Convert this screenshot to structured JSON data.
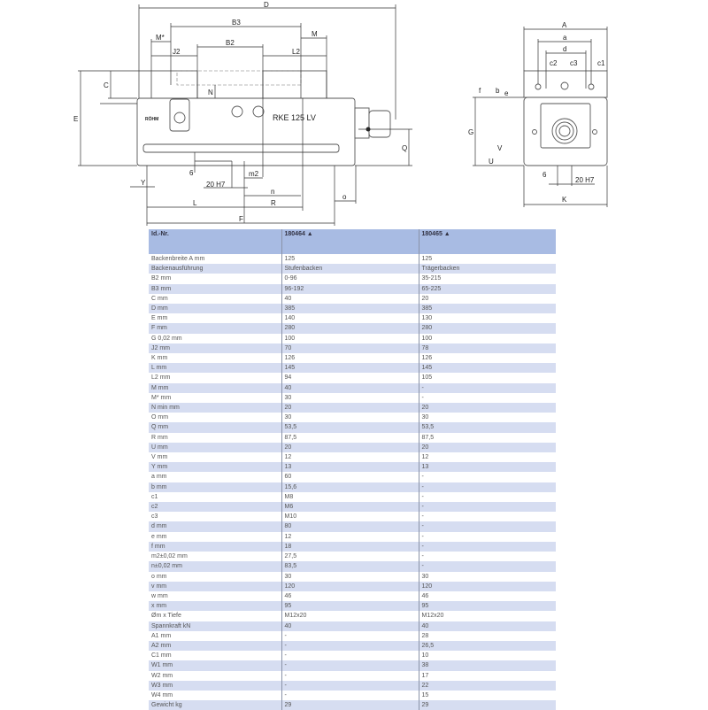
{
  "drawing": {
    "side_view_labels": {
      "D": "D",
      "B3": "B3",
      "Mstar": "M*",
      "B2": "B2",
      "M": "M",
      "J2": "J2",
      "L2": "L2",
      "C": "C",
      "N": "N",
      "E": "E",
      "six": "6",
      "h7": "20 H7",
      "m2": "m2",
      "n": "n",
      "Y": "Y",
      "L": "L",
      "R": "R",
      "o": "o",
      "F": "F",
      "Q": "Q",
      "model": "RKE 125 LV",
      "brand": "RÖHM"
    },
    "front_view_labels": {
      "A": "A",
      "a": "a",
      "d": "d",
      "c1": "c1",
      "c2": "c2",
      "c3": "c3",
      "f": "f",
      "b": "b",
      "e": "e",
      "G": "G",
      "V": "V",
      "U": "U",
      "six": "6",
      "h7": "20 H7",
      "K": "K"
    }
  },
  "table": {
    "headers": [
      "Id.-Nr.",
      "180464 ▲",
      "180465 ▲"
    ],
    "rows": [
      [
        "Backenbreite A mm",
        "125",
        "125"
      ],
      [
        "Backenausführung",
        "Stufenbacken",
        "Trägerbacken"
      ],
      [
        "B2 mm",
        "0-96",
        "35-215"
      ],
      [
        "B3 mm",
        "96-192",
        "65-225"
      ],
      [
        "C mm",
        "40",
        "20"
      ],
      [
        "D mm",
        "385",
        "385"
      ],
      [
        "E mm",
        "140",
        "130"
      ],
      [
        "F mm",
        "280",
        "280"
      ],
      [
        "G 0,02 mm",
        "100",
        "100"
      ],
      [
        "J2 mm",
        "70",
        "78"
      ],
      [
        "K mm",
        "126",
        "126"
      ],
      [
        "L mm",
        "145",
        "145"
      ],
      [
        "L2 mm",
        "94",
        "105"
      ],
      [
        "M mm",
        "40",
        "-"
      ],
      [
        "M* mm",
        "30",
        "-"
      ],
      [
        "N min mm",
        "20",
        "20"
      ],
      [
        "O mm",
        "30",
        "30"
      ],
      [
        "Q mm",
        "53,5",
        "53,5"
      ],
      [
        "R mm",
        "87,5",
        "87,5"
      ],
      [
        "U mm",
        "20",
        "20"
      ],
      [
        "V mm",
        "12",
        "12"
      ],
      [
        "Y mm",
        "13",
        "13"
      ],
      [
        "a mm",
        "60",
        "-"
      ],
      [
        "b mm",
        "15,6",
        "-"
      ],
      [
        "c1",
        "M8",
        "-"
      ],
      [
        "c2",
        "M6",
        "-"
      ],
      [
        "c3",
        "M10",
        "-"
      ],
      [
        "d mm",
        "80",
        "-"
      ],
      [
        "e mm",
        "12",
        "-"
      ],
      [
        "f mm",
        "18",
        "-"
      ],
      [
        "m2±0,02 mm",
        "27,5",
        "-"
      ],
      [
        "n±0,02 mm",
        "83,5",
        "-"
      ],
      [
        "o mm",
        "30",
        "30"
      ],
      [
        "v mm",
        "120",
        "120"
      ],
      [
        "w mm",
        "46",
        "46"
      ],
      [
        "x mm",
        "95",
        "95"
      ],
      [
        "Øm x Tiefe",
        "M12x20",
        "M12x20"
      ],
      [
        "Spannkraft kN",
        "40",
        "40"
      ],
      [
        "A1 mm",
        "-",
        "28"
      ],
      [
        "A2 mm",
        "-",
        "26,5"
      ],
      [
        "C1 mm",
        "-",
        "10"
      ],
      [
        "W1 mm",
        "-",
        "38"
      ],
      [
        "W2 mm",
        "-",
        "17"
      ],
      [
        "W3 mm",
        "-",
        "22"
      ],
      [
        "W4 mm",
        "-",
        "15"
      ],
      [
        "Gewicht kg",
        "29",
        "29"
      ]
    ]
  }
}
